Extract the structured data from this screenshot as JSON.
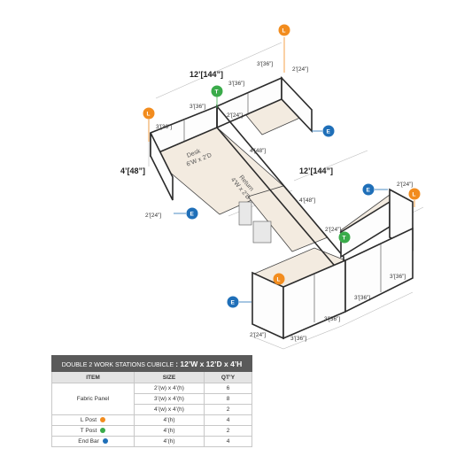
{
  "diagram": {
    "dims": {
      "overall_width": "12’[144”]",
      "overall_depth": "12’[144”]",
      "height": "4’[48”]",
      "d36": "3’[36”]",
      "d24": "2’[24”]",
      "d48": "4’[48”]"
    },
    "desk_label": [
      "Desk",
      "6’W x 2’D"
    ],
    "return_label": [
      "Return",
      "4’W x 2’D"
    ],
    "markers": {
      "L": "L",
      "T": "T",
      "E": "E"
    },
    "colors": {
      "L": "#f28c1e",
      "T": "#3aab4a",
      "E": "#1f6fb8",
      "frame": "#2b2b2b",
      "desk": "#f3ebe0"
    }
  },
  "table": {
    "title_small": "DOUBLE 2 WORK STATIONS  CUBICLE",
    "title_big": ": 12’W x 12’D x 4’H",
    "headers": [
      "ITEM",
      "SIZE",
      "QT’Y"
    ],
    "fabric_panel": "Fabric Panel",
    "panel_rows": [
      {
        "size": "2’(w) x 4’(h)",
        "qty": "6"
      },
      {
        "size": "3’(w) x 4’(h)",
        "qty": "8"
      },
      {
        "size": "4’(w) x 4’(h)",
        "qty": "2"
      }
    ],
    "post_rows": [
      {
        "item": "L Post",
        "size": "4’(h)",
        "qty": "4",
        "color": "#f28c1e"
      },
      {
        "item": "T Post",
        "size": "4’(h)",
        "qty": "2",
        "color": "#3aab4a"
      },
      {
        "item": "End Bar",
        "size": "4’(h)",
        "qty": "4",
        "color": "#1f6fb8"
      }
    ]
  }
}
